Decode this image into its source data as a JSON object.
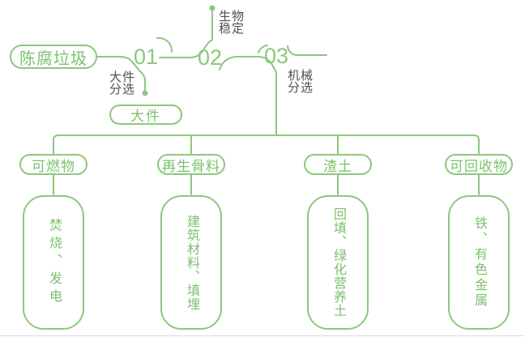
{
  "colors": {
    "line_green": "#8cc87d",
    "text_green": "#7cc06c",
    "label_dark": "#4e4e50",
    "background": "#ffffff"
  },
  "flow": {
    "source": "陈腐垃圾",
    "steps": [
      {
        "num": "01",
        "label": "大件分选",
        "output": "大件"
      },
      {
        "num": "02",
        "label": "生物稳定"
      },
      {
        "num": "03",
        "label": "机械分选"
      }
    ],
    "branches": [
      {
        "category": "可燃物",
        "detail": "焚烧、发电"
      },
      {
        "category": "再生骨料",
        "detail": "建筑材料、填埋"
      },
      {
        "category": "渣土",
        "detail": "回填、绿化营养土"
      },
      {
        "category": "可回收物",
        "detail": "铁、有色金属"
      }
    ]
  }
}
